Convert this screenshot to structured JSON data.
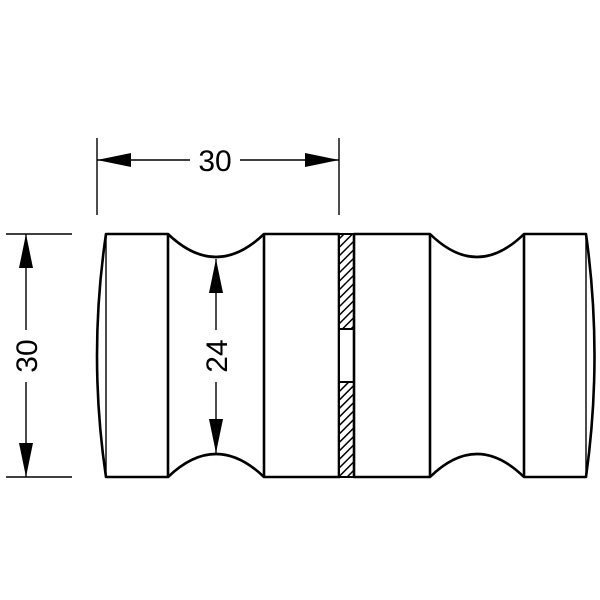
{
  "dimensions": {
    "overall_width": "30",
    "overall_height": "30",
    "neck_diameter": "24"
  }
}
